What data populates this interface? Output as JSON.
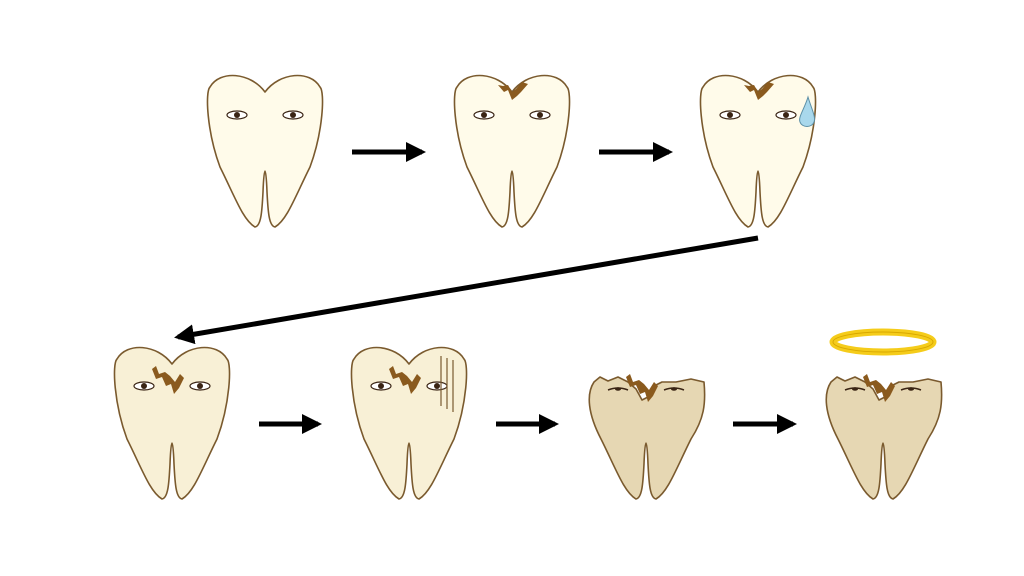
{
  "diagram": {
    "stages": [
      {
        "id": "healthy",
        "tooth_fill": "#fffbea",
        "decay": "none",
        "sweat_drop": false,
        "crack_lines": false,
        "crown_broken": false,
        "halo": false
      },
      {
        "id": "small-cavity",
        "tooth_fill": "#fffbea",
        "decay": "small",
        "sweat_drop": false,
        "crack_lines": false,
        "crown_broken": false,
        "halo": false
      },
      {
        "id": "cavity-worried",
        "tooth_fill": "#fffbea",
        "decay": "small",
        "sweat_drop": true,
        "crack_lines": false,
        "crown_broken": false,
        "halo": false
      },
      {
        "id": "deep-cavity",
        "tooth_fill": "#f8f0d6",
        "decay": "deep",
        "sweat_drop": false,
        "crack_lines": false,
        "crown_broken": false,
        "halo": false
      },
      {
        "id": "deep-cavity-pain",
        "tooth_fill": "#f8f0d6",
        "decay": "deep",
        "sweat_drop": false,
        "crack_lines": true,
        "crown_broken": false,
        "halo": false
      },
      {
        "id": "crown-broken",
        "tooth_fill": "#e6d7b3",
        "decay": "deep",
        "sweat_drop": false,
        "crack_lines": false,
        "crown_broken": true,
        "halo": false
      },
      {
        "id": "dead-tooth",
        "tooth_fill": "#e6d7b3",
        "decay": "deep",
        "sweat_drop": false,
        "crack_lines": false,
        "crown_broken": true,
        "halo": true
      }
    ],
    "colors": {
      "outline": "#7a5a2e",
      "decay": "#8a5a1e",
      "eye": "#3a2414",
      "sweat": "#a9d8ec",
      "halo": "#f5cc1a",
      "arrow": "#000000"
    }
  }
}
